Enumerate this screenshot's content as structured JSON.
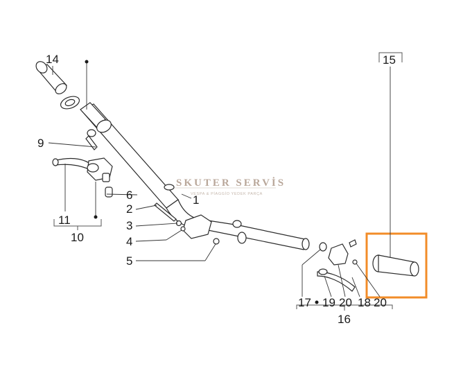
{
  "labels": {
    "l1": "1",
    "l2": "2",
    "l3": "3",
    "l4": "4",
    "l5": "5",
    "l6": "6",
    "l9": "9",
    "l10": "10",
    "l11": "11",
    "l14": "14",
    "l15": "15",
    "l16": "16",
    "g17": "17",
    "g19": "19",
    "g20a": "20",
    "g18": "18",
    "g20b": "20"
  },
  "watermark": {
    "title": "SKUTER SERVİS",
    "subtitle": "VESPA & PİAGGİO YEDEK PARÇA"
  },
  "highlight": {
    "color": "#f28c28",
    "part": "15"
  }
}
